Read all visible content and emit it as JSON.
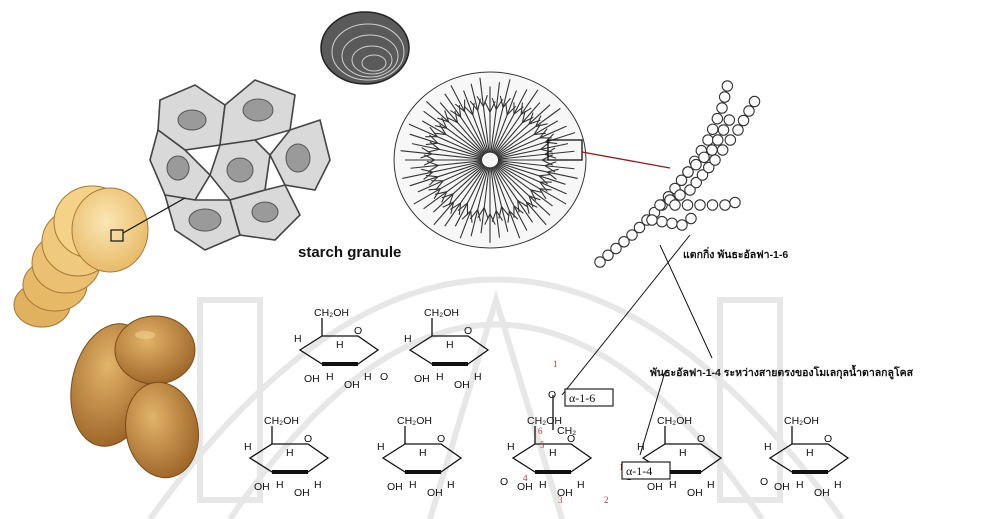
{
  "labels": {
    "starch_granule": "starch granule",
    "branch_point": "แตกกิ่ง พันธะอัลฟา-1-6",
    "straight_chain": "พันธะอัลฟา-1-4  ระหว่างสายตรงของโมเลกุลน้ำตาลกลูโคส"
  },
  "bonds": {
    "alpha_1_6": "α-1-6",
    "alpha_1_4": "α-1-4"
  },
  "groups": {
    "ch2oh": "CH₂OH",
    "oh": "OH",
    "h": "H",
    "o": "O",
    "ch2": "CH₂"
  },
  "carbon_numbers": [
    "1",
    "2",
    "3",
    "4",
    "5",
    "6"
  ],
  "colors": {
    "ink": "#111111",
    "carbon_number": "#c0392b",
    "potato_skin": "#b98236",
    "potato_flesh": "#f3d08a",
    "cell_fill": "#d6d6d6",
    "granule_fill": "#444444"
  }
}
